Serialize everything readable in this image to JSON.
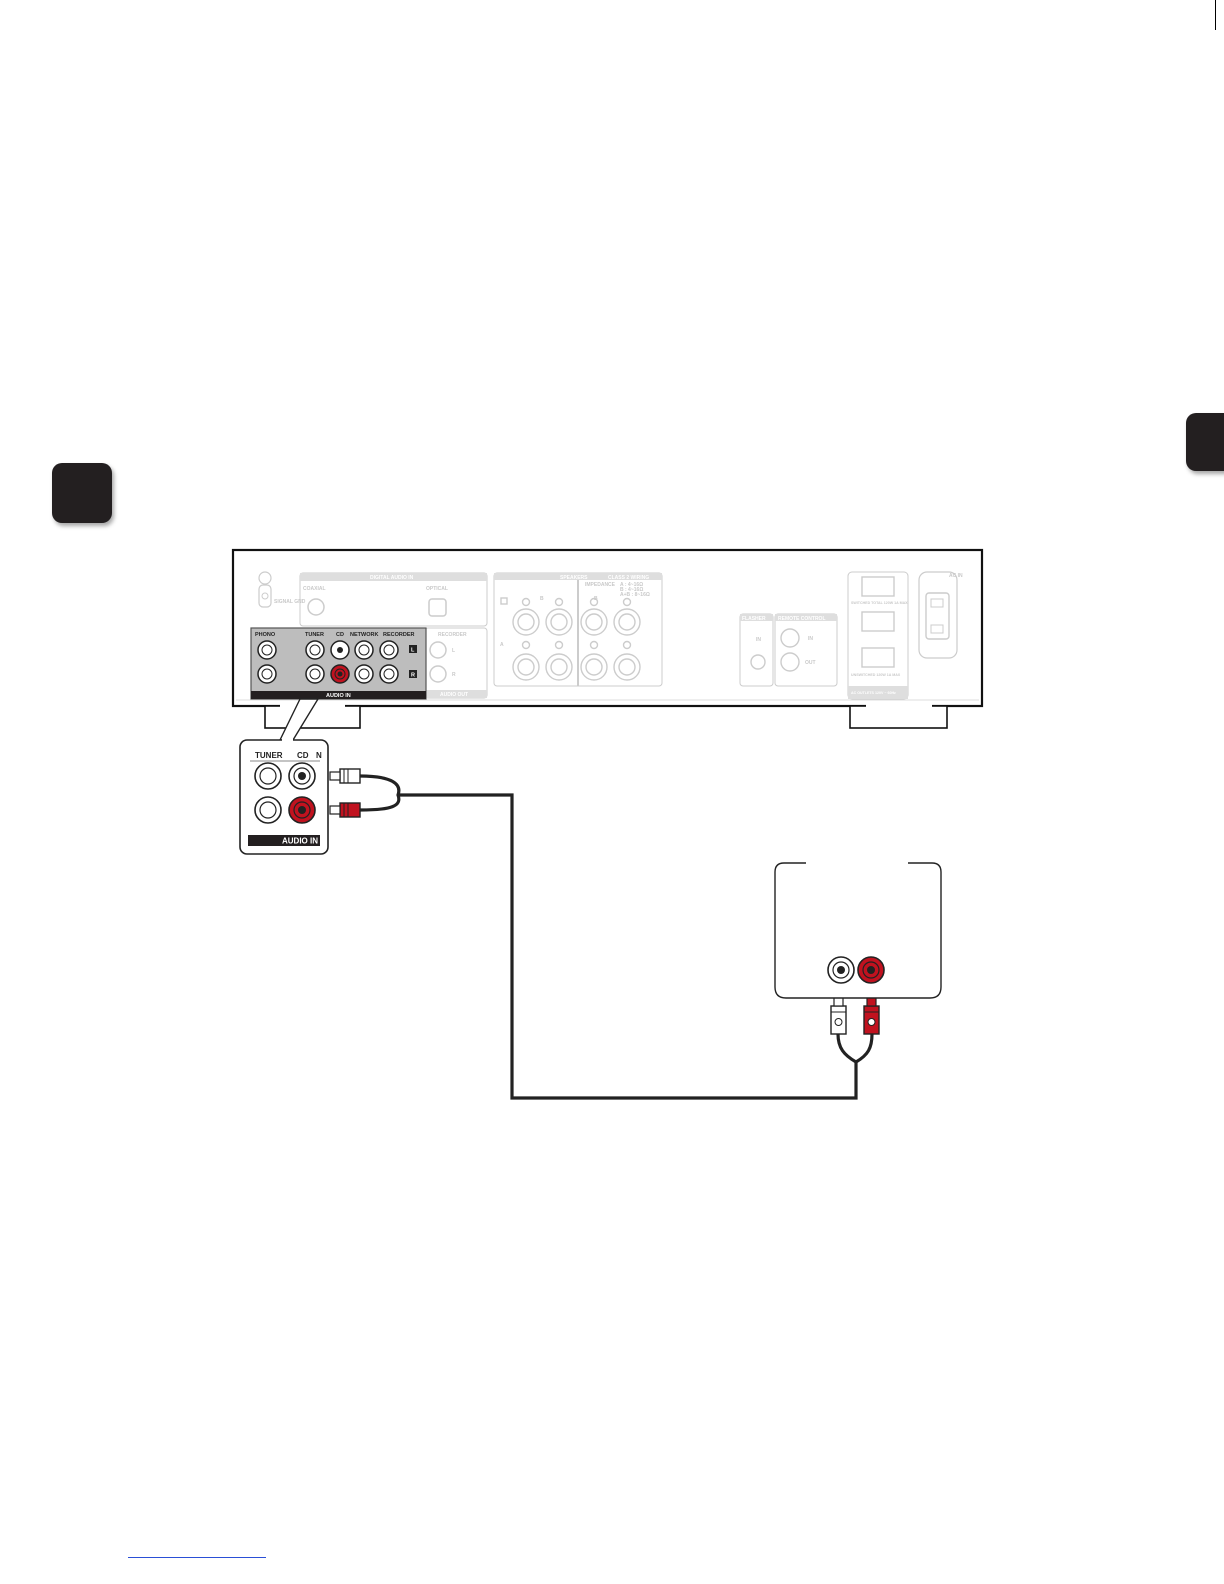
{
  "amplifier": {
    "digital_audio_in": "DIGITAL AUDIO IN",
    "coaxial": "COAXIAL",
    "optical": "OPTICAL",
    "signal_gnd": "SIGNAL GND",
    "speakers": "SPEAKERS",
    "class2_wiring": "CLASS 2 WIRING",
    "impedance": "IMPEDANCE",
    "impedance_a": "A : 4~16Ω",
    "impedance_b": "B : 4~16Ω",
    "impedance_ab": "A+B : 8~16Ω",
    "speaker_a": "A",
    "speaker_b": "B",
    "plus": "+",
    "minus": "−",
    "flasher": "FLASHER",
    "remote_control": "REMOTE CONTROL",
    "in_label": "IN",
    "out_label": "OUT",
    "switched": "SWITCHED TOTAL 120W 1A MAX",
    "unswitched": "UNSWITCHED 120W 1A MAX",
    "ac_outlets": "AC OUTLETS 120V ~ 60Hz",
    "ac_in": "AC IN",
    "phono": "PHONO",
    "tuner": "TUNER",
    "cd": "CD",
    "network": "NETWORK",
    "recorder": "RECORDER",
    "audio_in": "AUDIO IN",
    "audio_out": "AUDIO OUT",
    "channel_l": "L",
    "channel_r": "R"
  },
  "zoom": {
    "tuner": "TUNER",
    "cd": "CD",
    "cut_label": "N",
    "audio_in": "AUDIO IN"
  },
  "colors": {
    "tab": "#231f20",
    "red_jack": "#c1121f",
    "panel_highlight": "#b9b9b9"
  }
}
